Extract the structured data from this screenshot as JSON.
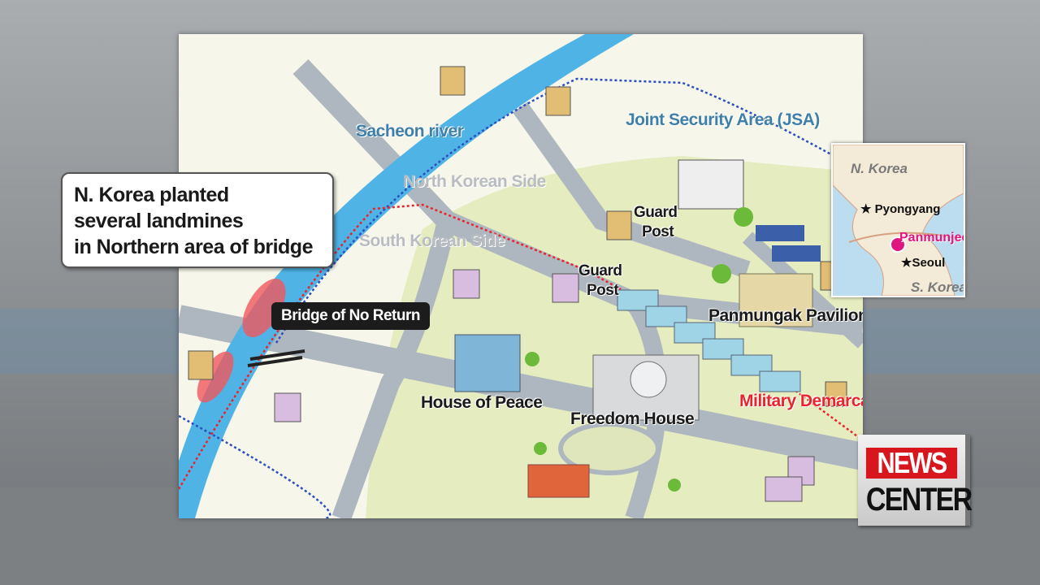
{
  "callout": {
    "lines": [
      "N. Korea planted",
      "several landmines",
      "in Northern area of bridge"
    ]
  },
  "map_labels": {
    "river": "Sacheon river",
    "jsa": "Joint Security Area (JSA)",
    "north_side": "North Korean Side",
    "south_side": "South Korean Side",
    "guard_post_1": [
      "Guard",
      "Post"
    ],
    "guard_post_2": [
      "Guard",
      "Post"
    ],
    "bridge": "Bridge of No Return",
    "pavilion": "Panmungak Pavilion",
    "house_of_peace": "House of Peace",
    "freedom_house": "Freedom House",
    "mdl": "Military Demarcation Line"
  },
  "inset": {
    "north": "N. Korea",
    "pyongyang": "Pyongyang",
    "panmunjeom": "Panmunjeom",
    "seoul": "Seoul",
    "south": "S. Korea"
  },
  "logo": {
    "top": "NEWS",
    "bottom": "CENTER"
  },
  "colors": {
    "river": "#4fb3e6",
    "mdl": "#e8242c",
    "jsa_line": "#2b4fbf",
    "panmunjeom": "#e0157f",
    "logo_red": "#d8161e"
  }
}
